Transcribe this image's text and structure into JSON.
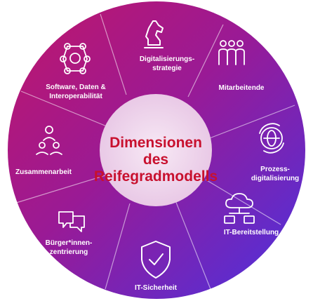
{
  "center": {
    "line1": "Dimensionen",
    "line2": "des",
    "line3": "Reifegradmodells"
  },
  "segments": [
    {
      "label_lines": [
        "Digitalisierungs-",
        "strategie"
      ],
      "icon": "chess-knight-icon"
    },
    {
      "label_lines": [
        "Mitarbeitende"
      ],
      "icon": "people-group-icon"
    },
    {
      "label_lines": [
        "Prozess-",
        "digitalisierung"
      ],
      "icon": "globe-sync-icon"
    },
    {
      "label_lines": [
        "IT-Bereitstellung"
      ],
      "icon": "cloud-network-icon"
    },
    {
      "label_lines": [
        "IT-Sicherheit"
      ],
      "icon": "shield-check-icon"
    },
    {
      "label_lines": [
        "Bürger*innen-",
        "zentrierung"
      ],
      "icon": "speech-bubbles-icon"
    },
    {
      "label_lines": [
        "Zusammenarbeit"
      ],
      "icon": "collaboration-people-icon"
    },
    {
      "label_lines": [
        "Software, Daten &",
        "Interoperabilität"
      ],
      "icon": "network-nodes-icon"
    }
  ],
  "colors": {
    "gradient_start": "#b0136f",
    "gradient_mid": "#8a1a9a",
    "gradient_end": "#5a2bd6",
    "center_fill": "#f2ddf0",
    "center_text": "#c8102e"
  }
}
